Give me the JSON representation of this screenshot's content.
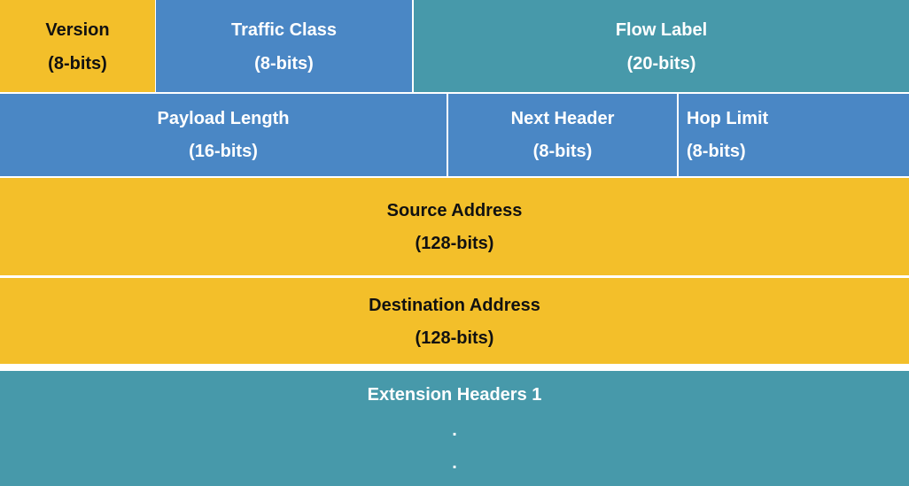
{
  "colors": {
    "yellow": "#f3bf2a",
    "blue": "#4a87c5",
    "teal": "#4799aa"
  },
  "row1": {
    "version": {
      "name": "Version",
      "size": "(8-bits)"
    },
    "traffic_class": {
      "name": "Traffic Class",
      "size": "(8-bits)"
    },
    "flow_label": {
      "name": "Flow Label",
      "size": "(20-bits)"
    }
  },
  "row2": {
    "payload_length": {
      "name": "Payload Length",
      "size": "(16-bits)"
    },
    "next_header": {
      "name": "Next Header",
      "size": "(8-bits)"
    },
    "hop_limit": {
      "name": "Hop Limit",
      "size": "(8-bits)"
    }
  },
  "source_address": {
    "name": "Source Address",
    "size": "(128-bits)"
  },
  "destination_address": {
    "name": "Destination Address",
    "size": "(128-bits)"
  },
  "extension_headers": {
    "name": "Extension Headers 1",
    "dot1": ".",
    "dot2": "."
  }
}
